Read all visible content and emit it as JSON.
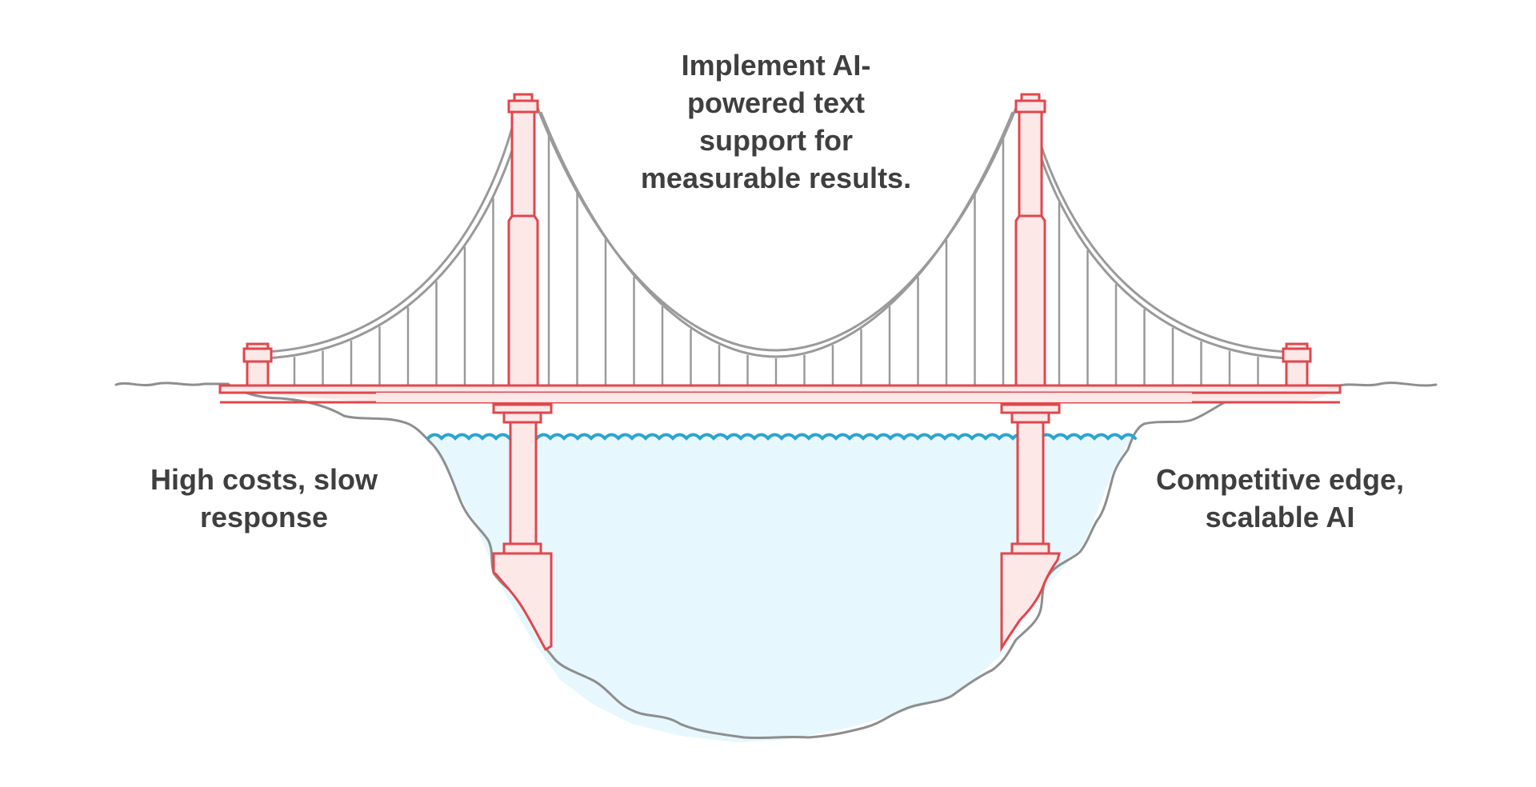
{
  "diagram": {
    "labels": {
      "top": "Implement AI-\npowered text\nsupport for\nmeasurable results.",
      "left": "High costs, slow\nresponse",
      "right": "Competitive edge,\nscalable AI"
    },
    "icons": {
      "main": "suspension-bridge-icon",
      "water": "water-icon",
      "terrain": "gorge-icon"
    },
    "colors": {
      "structure": "#e0474c",
      "structure_fill": "#fde8e8",
      "cable": "#9a9a9a",
      "terrain": "#8e8e8e",
      "water": "#2aa5cf",
      "water_fill": "#e6f7fd",
      "text": "#3f3f3f"
    }
  }
}
